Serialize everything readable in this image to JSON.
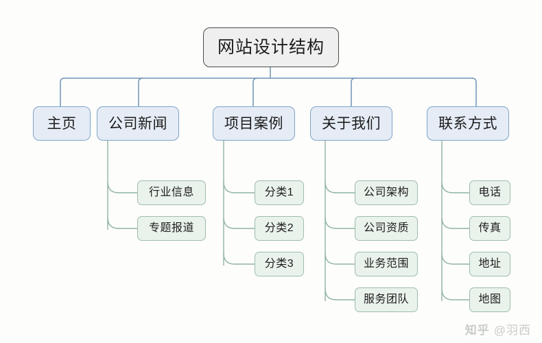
{
  "diagram": {
    "type": "tree",
    "title": "网站设计结构",
    "background_color": "#fdfdfb",
    "root": {
      "label": "网站设计结构",
      "box_color": "#efefef",
      "border_color": "#4a4a4a"
    },
    "level2_colors": {
      "box_color": "#e5ecf5",
      "border_color": "#7fa3c6"
    },
    "level3_colors": {
      "box_color": "#eaf2ec",
      "border_color": "#9dbcac"
    },
    "branches": [
      {
        "label": "主页",
        "children": []
      },
      {
        "label": "公司新闻",
        "children": [
          "行业信息",
          "专题报道"
        ]
      },
      {
        "label": "项目案例",
        "children": [
          "分类1",
          "分类2",
          "分类3"
        ]
      },
      {
        "label": "关于我们",
        "children": [
          "公司架构",
          "公司资质",
          "业务范围",
          "服务团队"
        ]
      },
      {
        "label": "联系方式",
        "children": [
          "电话",
          "传真",
          "地址",
          "地图"
        ]
      }
    ]
  },
  "watermark": {
    "logo": "知乎",
    "handle": "@羽西",
    "color": "#c9cdc9"
  }
}
